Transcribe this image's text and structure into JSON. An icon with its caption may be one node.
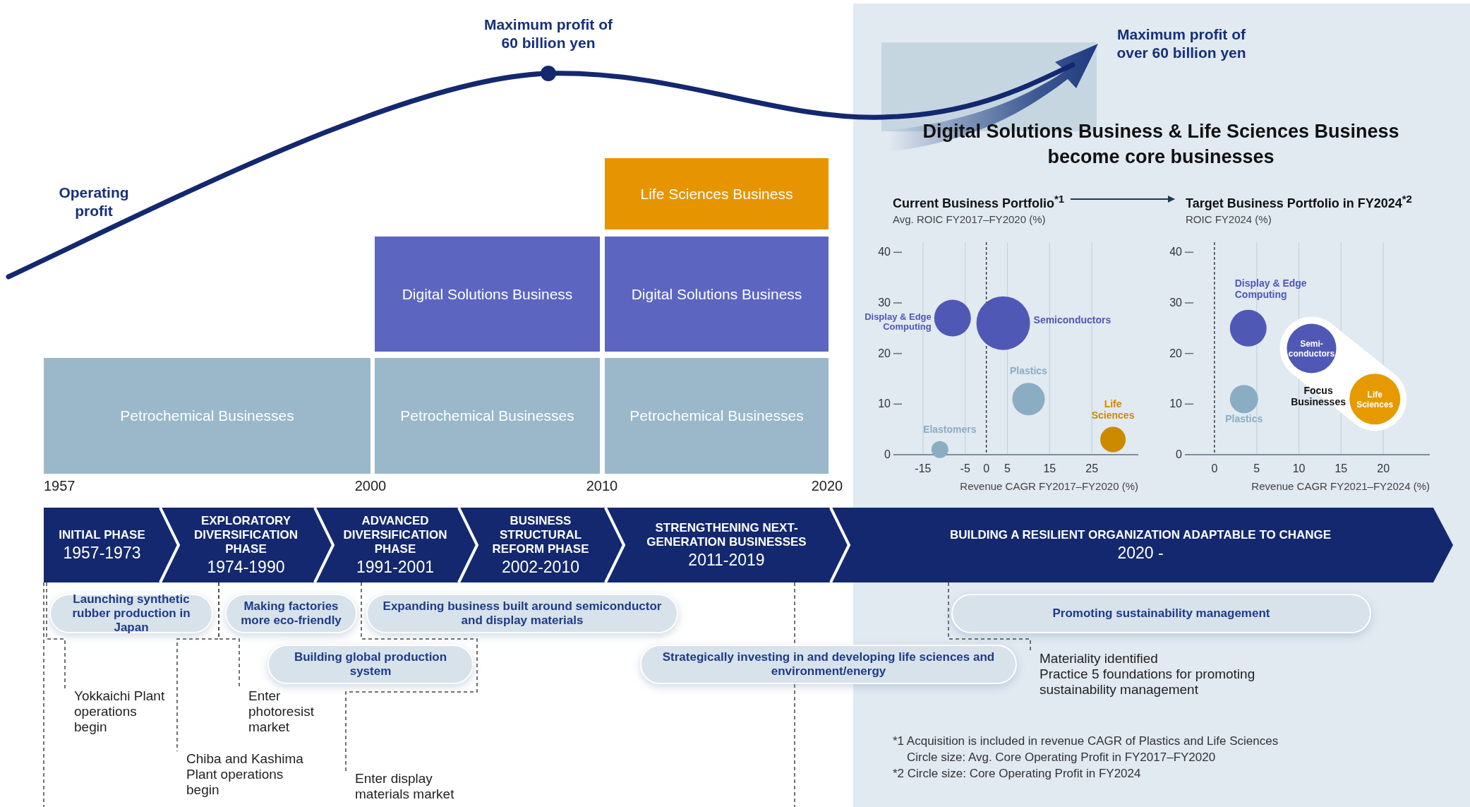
{
  "diagram": {
    "nodes": [
      {
        "text": [
          "Life Sciences Business"
        ]
      },
      {
        "text": [
          "Digital Solutions Business"
        ]
      },
      {
        "text": [
          "Digital Solutions Business"
        ]
      },
      {
        "text": [
          "Petrochemical Businesses"
        ]
      },
      {
        "text": [
          "Petrochemical Businesses"
        ]
      },
      {
        "text": [
          "Petrochemical Businesses"
        ]
      },
      {
        "text": [
          "INITIAL PHASE",
          "1957-1973"
        ]
      },
      {
        "text": [
          "EXPLORATORY DIVERSIFICATION PHASE",
          "1974-1990"
        ]
      },
      {
        "text": [
          "ADVANCED DIVERSIFICATION PHASE",
          "1991-2001"
        ]
      },
      {
        "text": [
          "BUSINESS STRUCTURAL REFORM PHASE",
          "2002-2010"
        ]
      },
      {
        "text": [
          "STRENGTHENING NEXT-GENERATION BUSINESSES",
          "2011-2019"
        ]
      },
      {
        "text": [
          "BUILDING A RESILIENT ORGANIZATION ADAPTABLE TO CHANGE",
          "2020 -"
        ]
      },
      {
        "text": [
          "Launching synthetic rubber production in Japan"
        ]
      },
      {
        "text": [
          "Making factories more eco-friendly"
        ]
      },
      {
        "text": [
          "Expanding business built around semiconductor and display materials"
        ]
      },
      {
        "text": [
          "Promoting sustainability management"
        ]
      },
      {
        "text": [
          "Building global production system"
        ]
      },
      {
        "text": [
          "Strategically investing in and developing life sciences and environment/energy"
        ]
      },
      {
        "text": [
          "Yokkaichi Plant operations begin"
        ]
      },
      {
        "text": [
          "Enter photoresist market"
        ]
      },
      {
        "text": [
          "Materiality identified",
          "Practice 5 foundations for promoting sustainability management"
        ]
      },
      {
        "text": [
          "Chiba and Kashima Plant operations begin"
        ]
      },
      {
        "text": [
          "Enter display materials market"
        ]
      }
    ],
    "edges": [
      {
        "from": 6,
        "to": 18,
        "arrow": "none",
        "style": "dashed"
      },
      {
        "from": 7,
        "to": 19,
        "arrow": "none",
        "style": "dashed"
      },
      {
        "from": 11,
        "to": 20,
        "arrow": "none",
        "style": "dashed"
      },
      {
        "from": 7,
        "to": 21,
        "arrow": "none",
        "style": "dashed"
      },
      {
        "from": 8,
        "to": 22,
        "arrow": "none",
        "style": "dashed"
      }
    ],
    "labels": [
      "Maximum profit of 60 billion yen",
      "Maximum profit of over 60 billion yen",
      "Operating profit",
      "Digital Solutions Business & Life Sciences Business become core businesses",
      "1957",
      "2000",
      "2010",
      "2020",
      "*1 Acquisition is included in revenue CAGR of Plastics and Life Sciences",
      "Circle size: Avg. Core Operating Profit in FY2017–FY2020",
      "*2 Circle size: Core Operating Profit in FY2024"
    ],
    "chart_data": [
      {
        "type": "scatter",
        "title": "Current Business Portfolio$^{*1}$",
        "xlabel": "Revenue CAGR FY2017–FY2020 (%)",
        "ylabel": "Avg. ROIC FY2017–FY2020 (%)",
        "x": [
          -8,
          4,
          10,
          -11,
          30
        ],
        "xlim": [
          -22,
          36
        ],
        "ylim": [
          0,
          42
        ],
        "xticks": [
          -15,
          -5,
          0,
          5,
          15,
          25
        ],
        "yticks": [
          0,
          10,
          20,
          30,
          40
        ],
        "grid": true,
        "ref_lines": [
          {
            "axis": "x",
            "value": 0
          }
        ],
        "series": [
          {
            "name": "Display & Edge Computing",
            "color": "#5058b5",
            "values": [
              27,
              null,
              null,
              null,
              null
            ]
          },
          {
            "name": "Semiconductors",
            "color": "#5058b5",
            "values": [
              null,
              26,
              null,
              null,
              null
            ]
          },
          {
            "name": "Plastics",
            "color": "#8badc3",
            "values": [
              null,
              null,
              11,
              null,
              null
            ]
          },
          {
            "name": "Elastomers",
            "color": "#8badc3",
            "values": [
              null,
              null,
              null,
              1,
              null
            ]
          },
          {
            "name": "Life Sciences",
            "color": "#cc8a00",
            "values": [
              null,
              null,
              null,
              null,
              3
            ]
          }
        ]
      },
      {
        "type": "scatter",
        "title": "Target Business Portfolio in FY2024$^{*2}$",
        "xlabel": "Revenue CAGR FY2021–FY2024 (%)",
        "ylabel": "ROIC FY2024 (%)",
        "x": [
          4,
          3.5,
          11.5,
          19
        ],
        "xlim": [
          -3.5,
          25.5
        ],
        "ylim": [
          0,
          42
        ],
        "xticks": [
          0,
          5,
          10,
          15,
          20
        ],
        "yticks": [
          0,
          10,
          20,
          30,
          40
        ],
        "grid": true,
        "ref_lines": [
          {
            "axis": "x",
            "value": 0
          }
        ],
        "series": [
          {
            "name": "Display & Edge Computing",
            "color": "#5058b5",
            "values": [
              25,
              null,
              null,
              null
            ]
          },
          {
            "name": "Plastics",
            "color": "#8badc3",
            "values": [
              null,
              11,
              null,
              null
            ]
          },
          {
            "name": "Semi-conductors",
            "color": "#5058b5",
            "values": [
              null,
              null,
              21,
              null
            ]
          },
          {
            "name": "Life Sciences",
            "color": "#e69a00",
            "values": [
              null,
              null,
              null,
              11
            ]
          }
        ],
        "annotations": [
          "Focus Businesses"
        ]
      }
    ]
  }
}
